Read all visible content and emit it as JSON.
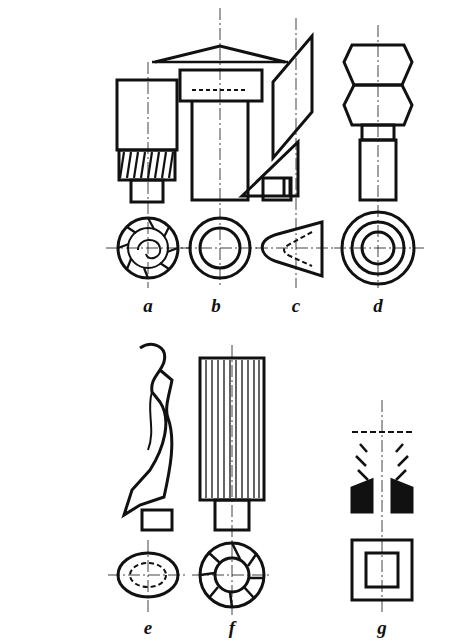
{
  "diagram": {
    "labels": [
      "a",
      "b",
      "c",
      "d",
      "e",
      "f",
      "g"
    ]
  }
}
